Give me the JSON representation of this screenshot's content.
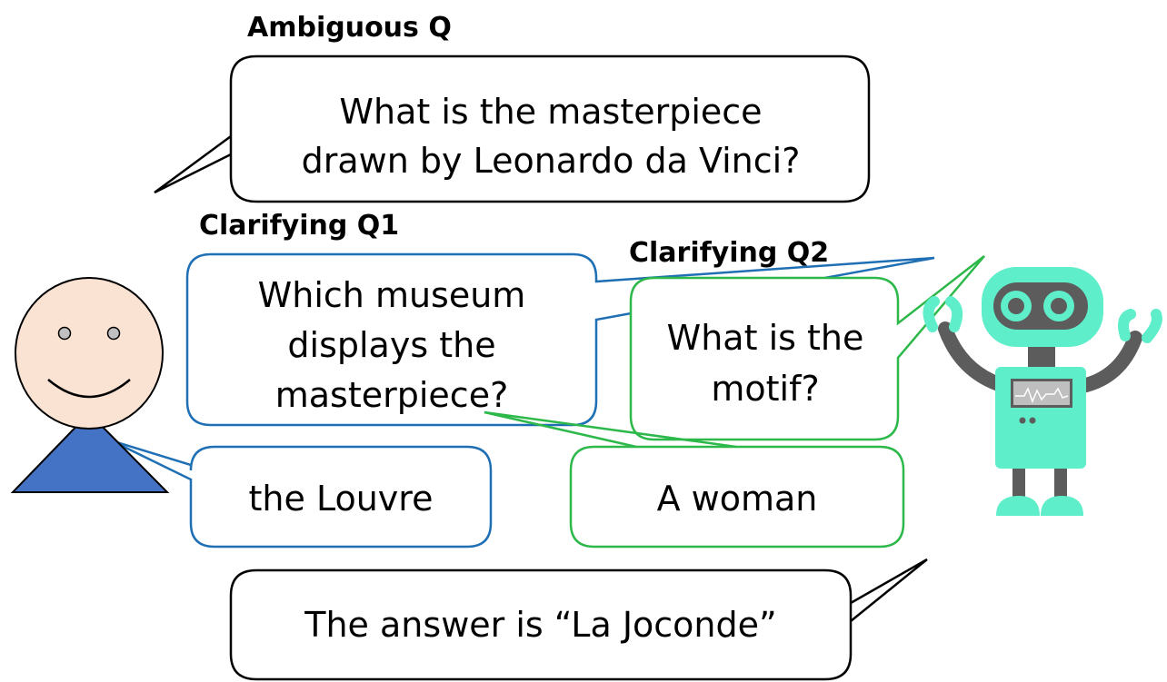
{
  "labels": {
    "ambiguous": "Ambiguous Q",
    "clarifying_q1": "Clarifying Q1",
    "clarifying_q2": "Clarifying Q2"
  },
  "bubbles": {
    "ambiguous_question": [
      "What is the masterpiece",
      "drawn by Leonardo da Vinci?"
    ],
    "clarifying_question_1": [
      "Which museum",
      "displays the",
      "masterpiece?"
    ],
    "clarifying_question_2": [
      "What is the",
      "motif?"
    ],
    "answer_1": "the Louvre",
    "answer_2": "A woman",
    "final_answer": "The answer is “La Joconde”"
  },
  "colors": {
    "q1_border": "#1f6fb5",
    "q2_border": "#2db84a",
    "neutral_border": "#000000",
    "person_face": "#fbe3d3",
    "person_body": "#4472c4",
    "robot_body": "#5eeec9",
    "robot_dark": "#5c5c5c"
  },
  "icons": {
    "person": "person-icon",
    "robot": "robot-icon"
  }
}
